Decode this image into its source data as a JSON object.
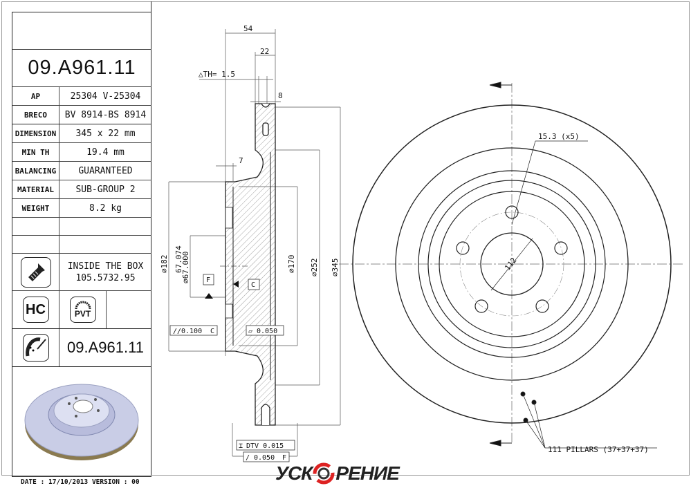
{
  "part_number": "09.A961.11",
  "specs": [
    {
      "label": "AP",
      "value": "25304 V-25304"
    },
    {
      "label": "BRECO",
      "value": "BV 8914-BS 8914"
    },
    {
      "label": "DIMENSION",
      "value": "345 x 22 mm"
    },
    {
      "label": "MIN TH",
      "value": "19.4 mm"
    },
    {
      "label": "BALANCING",
      "value": "GUARANTEED"
    },
    {
      "label": "MATERIAL",
      "value": "SUB-GROUP 2"
    },
    {
      "label": "WEIGHT",
      "value": "8.2 kg"
    }
  ],
  "inside_box": {
    "line1": "INSIDE THE BOX",
    "line2": "105.5732.95"
  },
  "badges": {
    "hc": "HC",
    "pvt": "PVT"
  },
  "footer": {
    "date": "DATE : 17/10/2013 VERSION : 00"
  },
  "logo": {
    "text_left": "УСК",
    "text_right": "РЕНИЕ"
  },
  "drawing": {
    "dim_54": "54",
    "dim_22": "22",
    "delta_th": "△TH= 1.5",
    "dim_8": "8",
    "dim_7": "7",
    "dia_182": "⌀182",
    "dia_67a": "67.074",
    "dia_67b": "⌀67.000",
    "dia_170": "⌀170",
    "dia_252": "⌀252",
    "dia_345": "⌀345",
    "datum_f": "F",
    "datum_c": "C",
    "parallel_tol": "0.100",
    "parallel_ref": "C",
    "flat_tol": "0.050",
    "dtv": "DTV 0.015",
    "runout_tol": "0.050",
    "runout_ref": "F",
    "holes": "15.3 (x5)",
    "pcd": "112",
    "pillars": "111 PILLARS (37+37+37)"
  }
}
